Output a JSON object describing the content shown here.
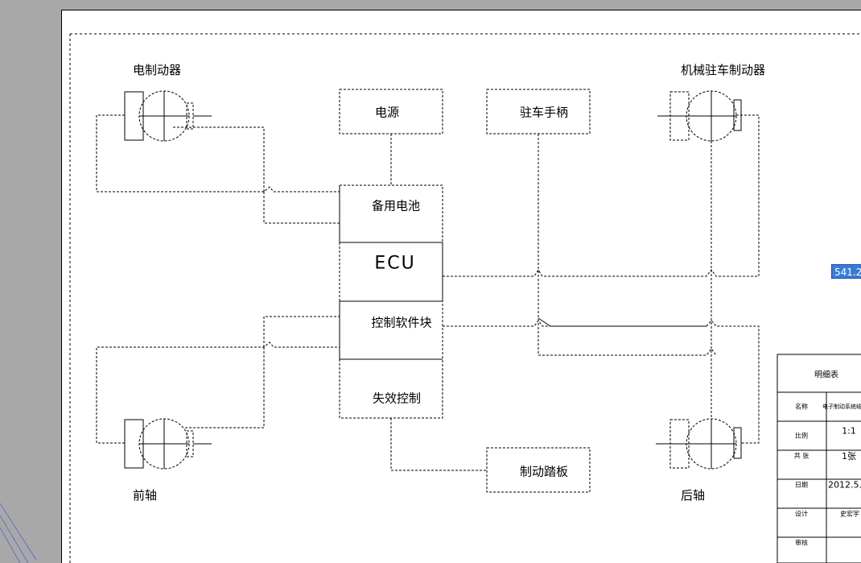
{
  "labels": {
    "elec_brake": "电制动器",
    "mech_brake": "机械驻车制动器",
    "front_axle": "前轴",
    "rear_axle": "后轴"
  },
  "boxes": {
    "power": "电源",
    "handle": "驻车手柄",
    "battery": "备用电池",
    "ecu": "ECU",
    "software": "控制软件块",
    "failsafe": "失效控制",
    "pedal": "制动踏板"
  },
  "coord_readout": "541.2",
  "title_block": {
    "header": "明细表",
    "rows": [
      {
        "label": "名称",
        "value": "电子制动系统结构"
      },
      {
        "label": "比例",
        "value": "1:1"
      },
      {
        "label": "共 张",
        "value": "1张"
      },
      {
        "label": "日期",
        "value": "2012.5."
      },
      {
        "label": "设计",
        "value": "史宏宇"
      },
      {
        "label": "审核",
        "value": ""
      }
    ]
  }
}
